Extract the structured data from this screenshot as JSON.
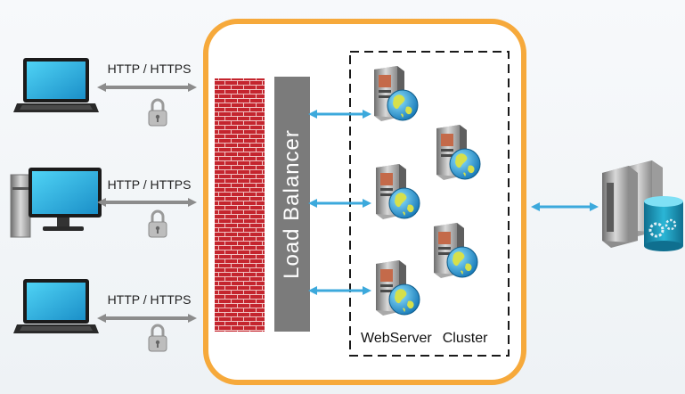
{
  "diagram": {
    "protocol_labels": [
      "HTTP / HTTPS",
      "HTTP / HTTPS",
      "HTTP / HTTPS"
    ],
    "load_balancer_label": "Load Balancer",
    "cluster_label": {
      "web": "Web",
      "server": "Server",
      "cluster": "Cluster"
    },
    "colors": {
      "frame": "#f6a93b",
      "firewall": "#c4252e",
      "load_balancer": "#7b7b7b",
      "arrow_blue": "#3ca9dc",
      "arrow_gray": "#8c8c8c"
    },
    "icons": {
      "clients": [
        "laptop-icon",
        "desktop-computer-icon",
        "laptop-icon"
      ],
      "locks": [
        "padlock-icon",
        "padlock-icon",
        "padlock-icon"
      ],
      "web_servers": [
        "server-globe-icon",
        "server-globe-icon",
        "server-globe-icon",
        "server-globe-icon",
        "server-globe-icon"
      ],
      "backend": "database-server-icon"
    }
  }
}
